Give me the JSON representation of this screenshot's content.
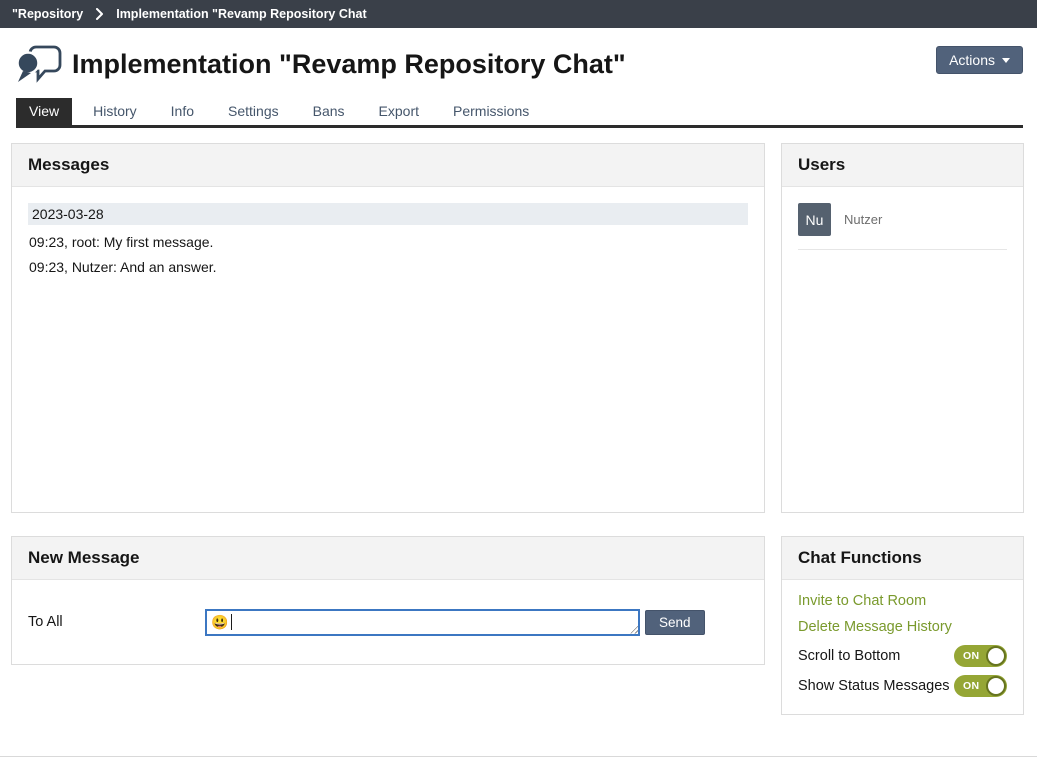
{
  "breadcrumb": {
    "items": [
      "\"Repository",
      "Implementation \"Revamp Repository Chat"
    ]
  },
  "header": {
    "title": "Implementation \"Revamp Repository Chat\"",
    "actions_button": "Actions"
  },
  "tabs": [
    {
      "label": "View",
      "active": true
    },
    {
      "label": "History",
      "active": false
    },
    {
      "label": "Info",
      "active": false
    },
    {
      "label": "Settings",
      "active": false
    },
    {
      "label": "Bans",
      "active": false
    },
    {
      "label": "Export",
      "active": false
    },
    {
      "label": "Permissions",
      "active": false
    }
  ],
  "messages_panel": {
    "title": "Messages",
    "date_header": "2023-03-28",
    "messages": [
      "09:23, root: My first message.",
      "09:23, Nutzer: And an answer."
    ]
  },
  "users_panel": {
    "title": "Users",
    "users": [
      {
        "initials": "Nu",
        "name": "Nutzer"
      }
    ]
  },
  "new_message_panel": {
    "title": "New Message",
    "recipient_label": "To All",
    "smiley_icon": "😃",
    "input_value": "",
    "send_button": "Send"
  },
  "chat_functions_panel": {
    "title": "Chat Functions",
    "links": [
      "Invite to Chat Room",
      "Delete Message History"
    ],
    "toggles": [
      {
        "label": "Scroll to Bottom",
        "state": "ON"
      },
      {
        "label": "Show Status Messages",
        "state": "ON"
      }
    ]
  },
  "colors": {
    "breadcrumb_bg": "#3a4049",
    "accent_slate": "#51627b",
    "tab_active_bg": "#2c2c2c",
    "link_green": "#7a9a2d",
    "toggle_on_green": "#95a635",
    "input_focus_blue": "#3c77c2",
    "date_row_bg": "#e9edf1"
  }
}
